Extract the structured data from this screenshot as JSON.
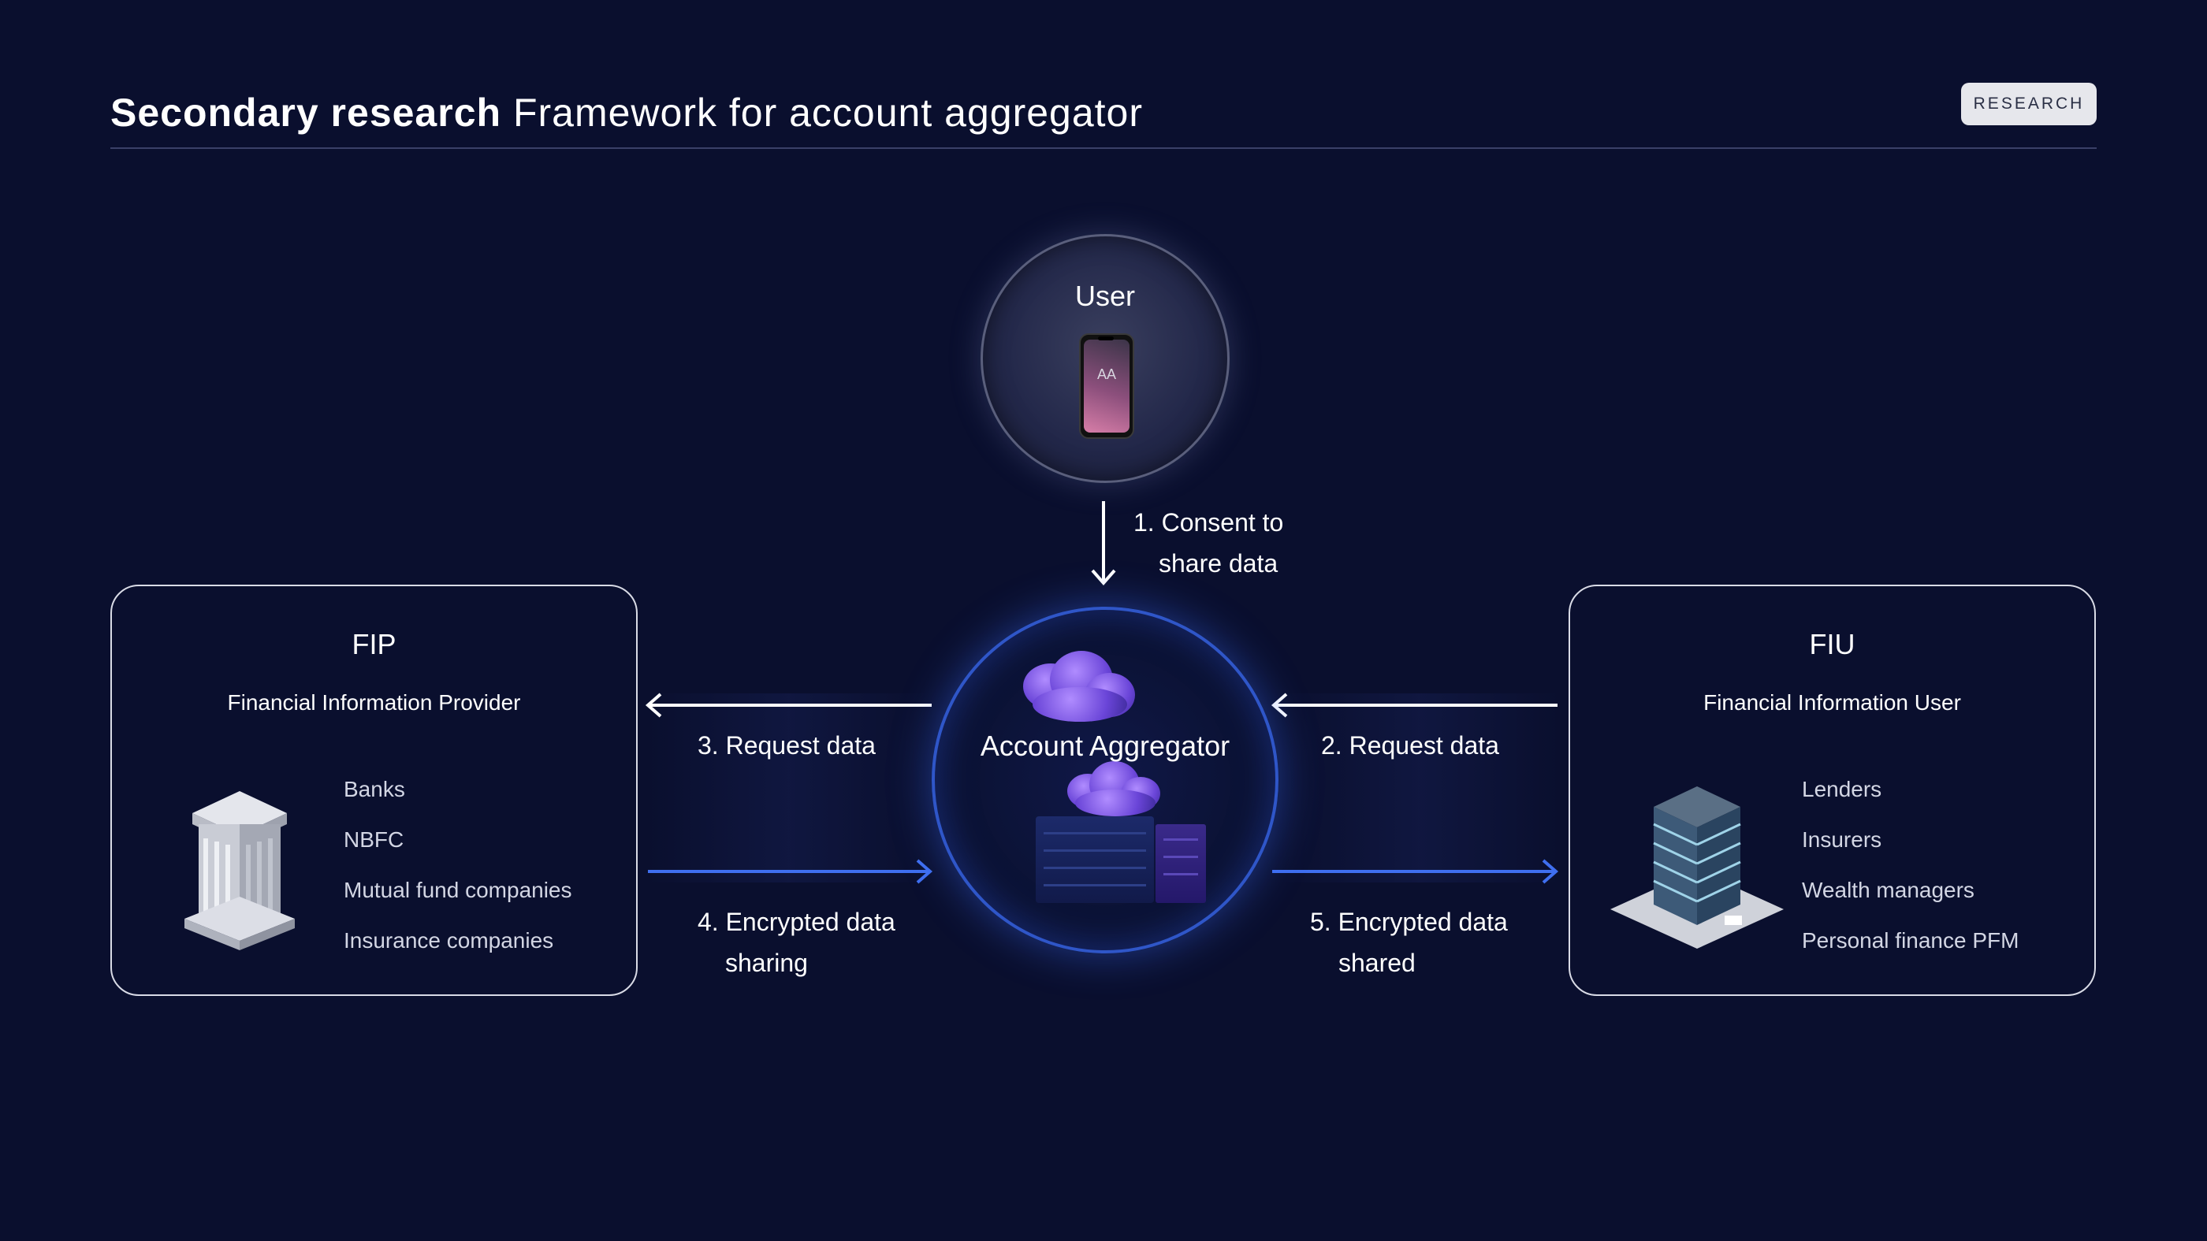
{
  "header": {
    "title_bold": "Secondary research",
    "title_rest": "Framework for account aggregator",
    "badge": "RESEARCH"
  },
  "user": {
    "label": "User",
    "phone_text": "AA"
  },
  "aggregator": {
    "label": "Account Aggregator"
  },
  "fip": {
    "title": "FIP",
    "subtitle": "Financial Information Provider",
    "items": [
      "Banks",
      "NBFC",
      "Mutual fund companies",
      "Insurance companies"
    ]
  },
  "fiu": {
    "title": "FIU",
    "subtitle": "Financial Information User",
    "items": [
      "Lenders",
      "Insurers",
      "Wealth managers",
      "Personal finance PFM"
    ]
  },
  "steps": {
    "s1_num": "1.",
    "s1_line1": "Consent to",
    "s1_line2": "share data",
    "s2_num": "2.",
    "s2_text": "Request data",
    "s3_num": "3.",
    "s3_text": "Request data",
    "s4_num": "4.",
    "s4_line1": "Encrypted data",
    "s4_line2": "sharing",
    "s5_num": "5.",
    "s5_line1": "Encrypted data",
    "s5_line2": "shared"
  },
  "colors": {
    "background": "#0a0f2e",
    "accent_blue": "#3f6ff0",
    "arrow_white": "#ffffff"
  }
}
